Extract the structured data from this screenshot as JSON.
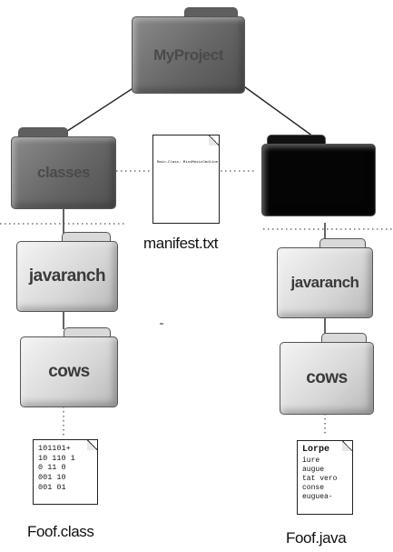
{
  "folders": {
    "root": "MyProject",
    "classes": "classes",
    "source": "",
    "javaranch_left": "javaranch",
    "cows_left": "cows",
    "javaranch_right": "javaranch",
    "cows_right": "cows"
  },
  "files": {
    "manifest": {
      "name": "manifest.txt",
      "content": "Main-Class: MiniMusicCmdLine"
    },
    "class_file": {
      "name": "Foof.class",
      "lines": [
        "101101+",
        "10 110 1",
        "0 11 0",
        "001 10",
        "001 01"
      ]
    },
    "java_file": {
      "name": "Foof.java",
      "lines": [
        "Lorpe",
        "iure",
        "augue",
        "tat vero",
        "conse",
        "euguea-"
      ]
    }
  },
  "colors": {
    "line": "#222222",
    "dotted": "#555555"
  }
}
